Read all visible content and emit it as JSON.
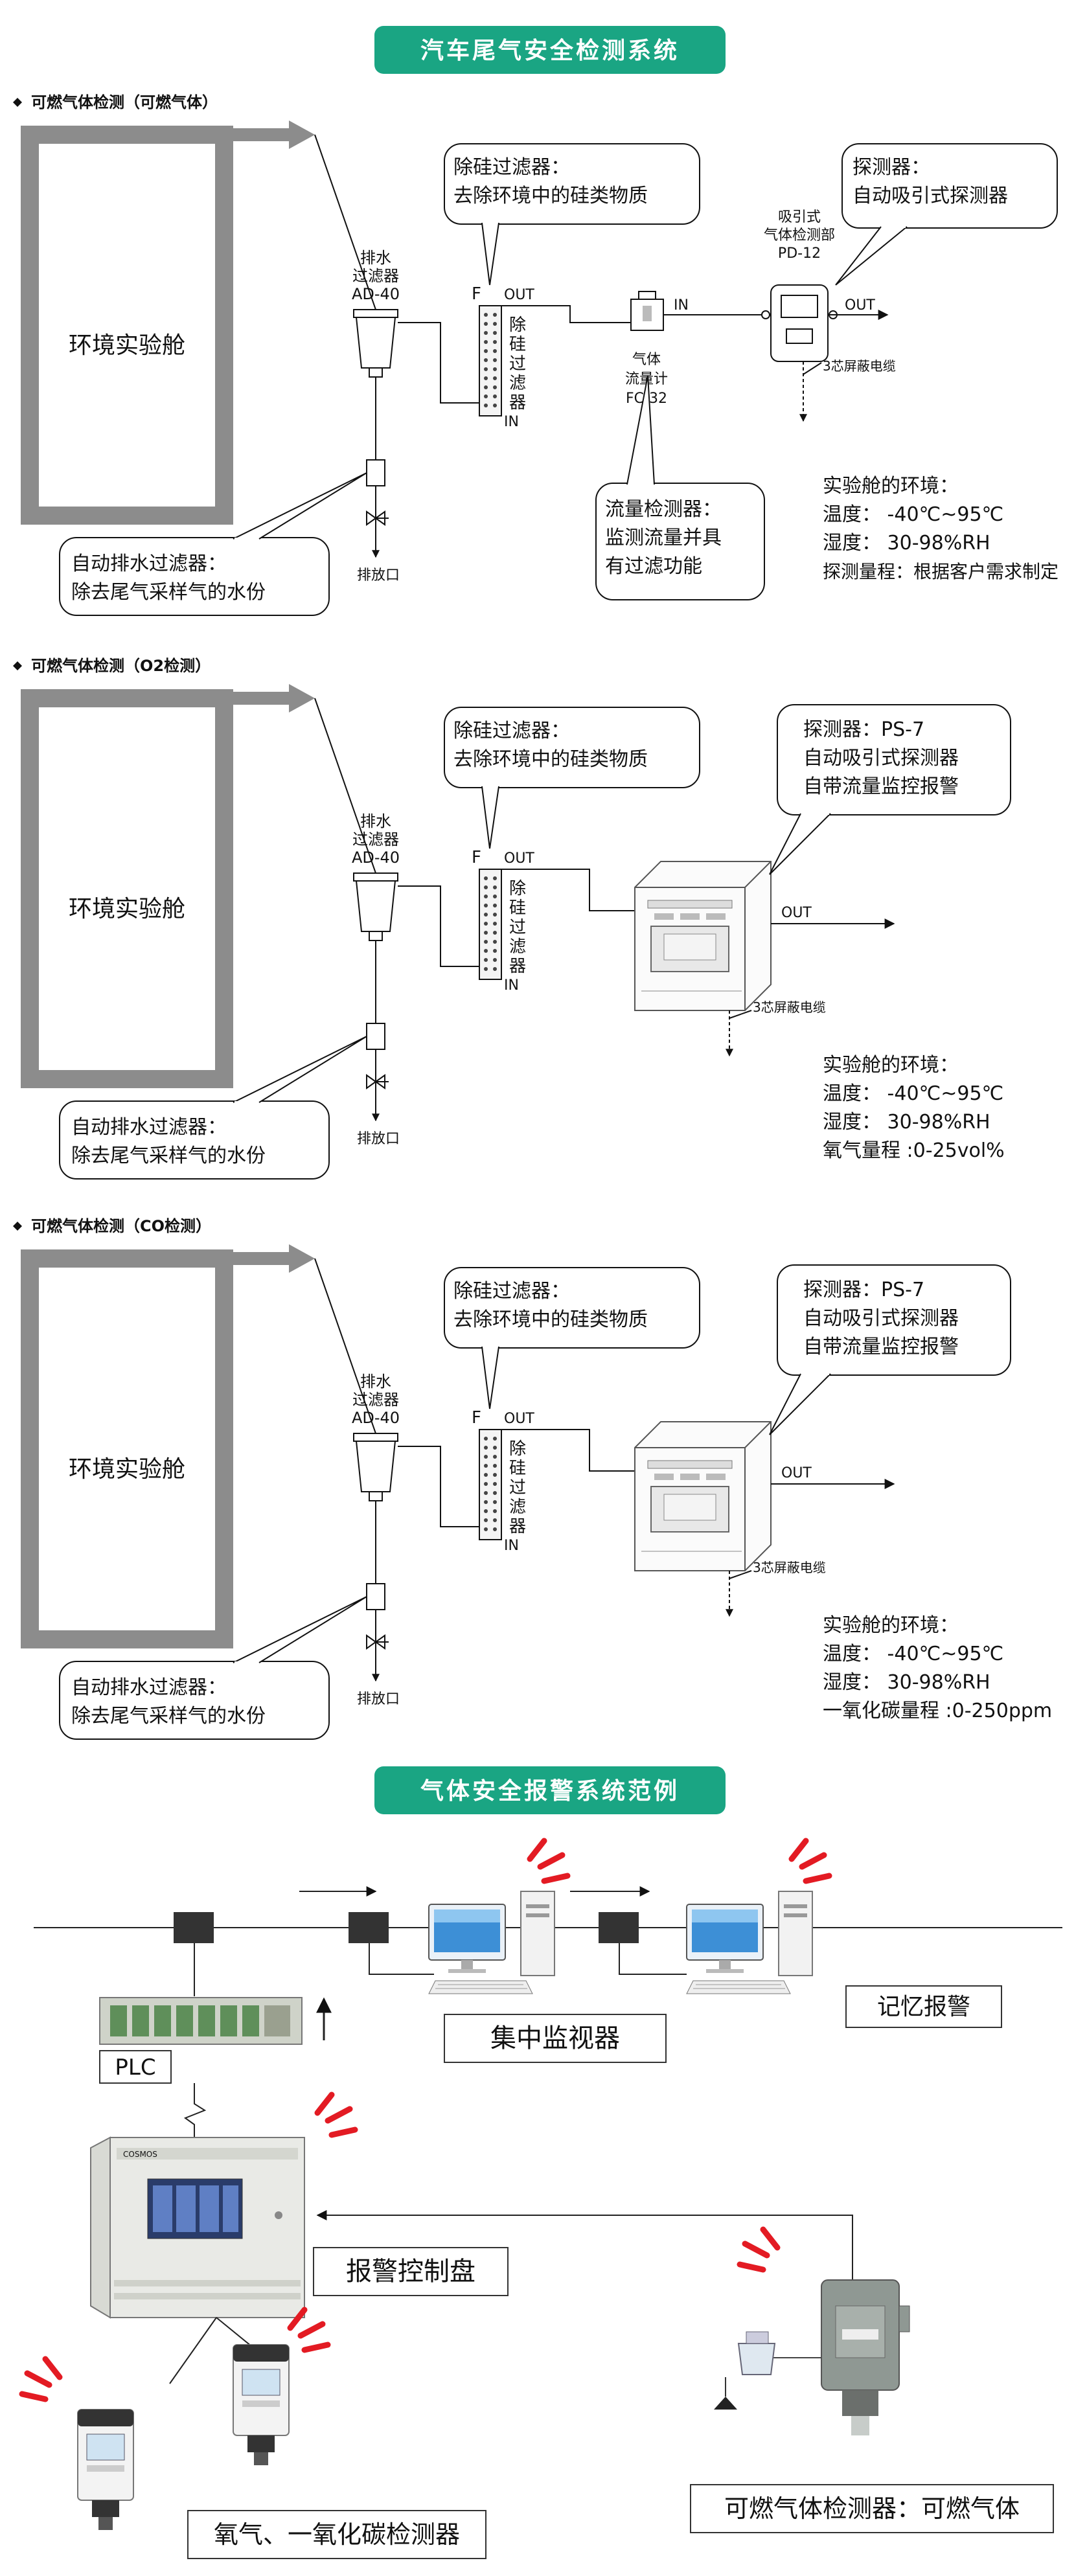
{
  "header": {
    "title": "汽车尾气安全检测系统"
  },
  "sections": [
    {
      "heading": "可燃气体检测（可燃气体）",
      "chamber": "环境实验舱",
      "drain_filter": [
        "排水",
        "过滤器",
        "AD-40"
      ],
      "auto_drain": [
        "自动排水过滤器：",
        "除去尾气采样气的水份"
      ],
      "exhaust_port": "排放口",
      "silicon_filter_labels": {
        "f": "F",
        "out": "OUT",
        "in": "IN",
        "name": [
          "除",
          "硅",
          "过",
          "滤",
          "器"
        ]
      },
      "silicon_callout": [
        "除硅过滤器：",
        "去除环境中的硅类物质"
      ],
      "flow_meter": [
        "气体",
        "流量计",
        "FC-32"
      ],
      "flow_callout": [
        "流量检测器：",
        "监测流量并具",
        "有过滤功能"
      ],
      "detector_unit": [
        "吸引式",
        "气体检测部",
        "PD-12"
      ],
      "in_label": "IN",
      "out_label": "OUT",
      "cable": "3芯屏蔽电缆",
      "detector_callout": [
        "探测器：",
        "自动吸引式探测器"
      ],
      "env": [
        "实验舱的环境：",
        "温度：  -40℃~95℃",
        "湿度：  30-98%RH",
        "探测量程：根据客户需求制定"
      ]
    },
    {
      "heading": "可燃气体检测（O2检测）",
      "chamber": "环境实验舱",
      "drain_filter": [
        "排水",
        "过滤器",
        "AD-40"
      ],
      "auto_drain": [
        "自动排水过滤器：",
        "除去尾气采样气的水份"
      ],
      "exhaust_port": "排放口",
      "silicon_filter_labels": {
        "f": "F",
        "out": "OUT",
        "in": "IN",
        "name": [
          "除",
          "硅",
          "过",
          "滤",
          "器"
        ]
      },
      "silicon_callout": [
        "除硅过滤器：",
        "去除环境中的硅类物质"
      ],
      "out_label": "OUT",
      "cable": "3芯屏蔽电缆",
      "detector_callout": [
        "探测器：PS-7",
        "自动吸引式探测器",
        "自带流量监控报警"
      ],
      "env": [
        "实验舱的环境：",
        "温度：  -40℃~95℃",
        "湿度：  30-98%RH",
        "氧气量程 :0-25vol%"
      ]
    },
    {
      "heading": "可燃气体检测（CO检测）",
      "chamber": "环境实验舱",
      "drain_filter": [
        "排水",
        "过滤器",
        "AD-40"
      ],
      "auto_drain": [
        "自动排水过滤器：",
        "除去尾气采样气的水份"
      ],
      "exhaust_port": "排放口",
      "silicon_filter_labels": {
        "f": "F",
        "out": "OUT",
        "in": "IN",
        "name": [
          "除",
          "硅",
          "过",
          "滤",
          "器"
        ]
      },
      "silicon_callout": [
        "除硅过滤器：",
        "去除环境中的硅类物质"
      ],
      "out_label": "OUT",
      "cable": "3芯屏蔽电缆",
      "detector_callout": [
        "探测器：PS-7",
        "自动吸引式探测器",
        "自带流量监控报警"
      ],
      "env": [
        "实验舱的环境：",
        "温度：  -40℃~95℃",
        "湿度：  30-98%RH",
        "一氧化碳量程 :0-250ppm"
      ]
    }
  ],
  "alarm": {
    "title": "气体安全报警系统范例",
    "plc": "PLC",
    "monitor": "集中监视器",
    "memory": "记忆报警",
    "panel": "报警控制盘",
    "o2co": "氧气、一氧化碳检测器",
    "combustible": "可燃气体检测器：可燃气体",
    "panel_brand": "COSMOS"
  },
  "colors": {
    "banner": "#1aa583",
    "chamber": "#8c8c8c",
    "alarm": "#e31b23"
  }
}
